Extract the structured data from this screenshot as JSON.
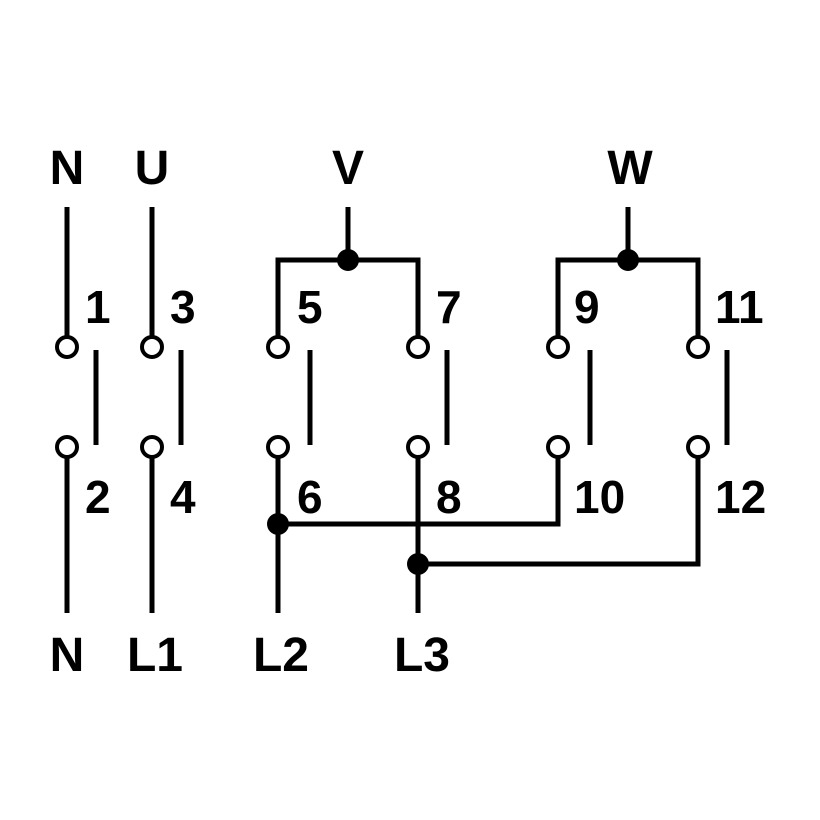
{
  "top_labels": {
    "n": "N",
    "u": "U",
    "v": "V",
    "w": "W"
  },
  "bottom_labels": {
    "n": "N",
    "l1": "L1",
    "l2": "L2",
    "l3": "L3"
  },
  "terminals": {
    "t1": "1",
    "t2": "2",
    "t3": "3",
    "t4": "4",
    "t5": "5",
    "t6": "6",
    "t7": "7",
    "t8": "8",
    "t9": "9",
    "t10": "10",
    "t11": "11",
    "t12": "12"
  },
  "colors": {
    "line": "#000000",
    "background": "#ffffff"
  }
}
